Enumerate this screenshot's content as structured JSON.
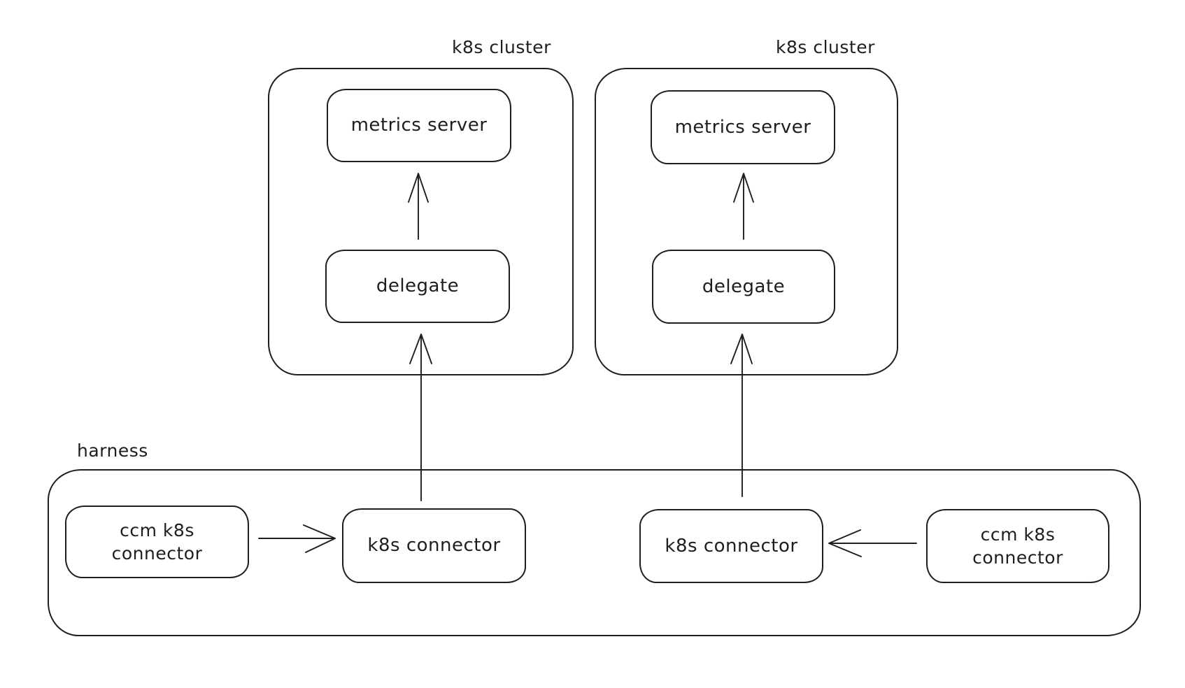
{
  "colors": {
    "stroke": "#1e1e1e",
    "background": "#ffffff"
  },
  "clusters": [
    {
      "label": "k8s cluster",
      "nodes": {
        "metrics_server": "metrics server",
        "delegate": "delegate"
      }
    },
    {
      "label": "k8s cluster",
      "nodes": {
        "metrics_server": "metrics server",
        "delegate": "delegate"
      }
    }
  ],
  "harness": {
    "label": "harness",
    "nodes": {
      "ccm_left": {
        "line1": "ccm k8s",
        "line2": "connector"
      },
      "k8s_left": "k8s connector",
      "k8s_right": "k8s connector",
      "ccm_right": {
        "line1": "ccm k8s",
        "line2": "connector"
      }
    }
  },
  "connections": [
    {
      "from": "delegate (left k8s cluster)",
      "to": "metrics server (left k8s cluster)",
      "direction": "up"
    },
    {
      "from": "delegate (right k8s cluster)",
      "to": "metrics server (right k8s cluster)",
      "direction": "up"
    },
    {
      "from": "k8s connector (harness left)",
      "to": "delegate (left k8s cluster)",
      "direction": "up"
    },
    {
      "from": "k8s connector (harness right)",
      "to": "delegate (right k8s cluster)",
      "direction": "up"
    },
    {
      "from": "ccm k8s connector (harness left)",
      "to": "k8s connector (harness left)",
      "direction": "right"
    },
    {
      "from": "ccm k8s connector (harness right)",
      "to": "k8s connector (harness right)",
      "direction": "left"
    }
  ]
}
